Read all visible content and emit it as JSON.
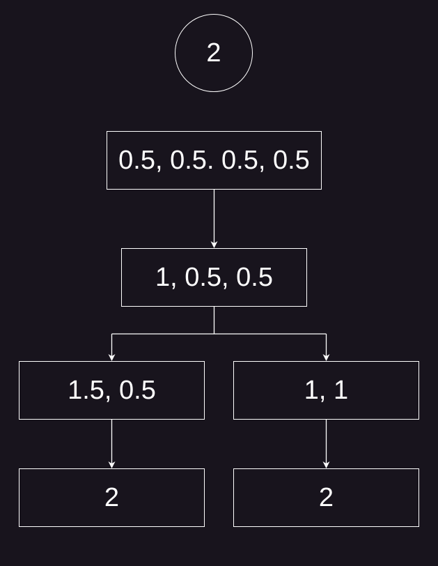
{
  "diagram": {
    "accent_color": "#ffffff",
    "background_color": "#18141d",
    "nodes": {
      "root": "2",
      "level1": "0.5, 0.5. 0.5, 0.5",
      "level2": "1, 0.5, 0.5",
      "left3": "1.5, 0.5",
      "right3": "1, 1",
      "left4": "2",
      "right4": "2"
    },
    "edges": [
      {
        "from": "level1",
        "to": "level2"
      },
      {
        "from": "level2",
        "to": "left3"
      },
      {
        "from": "level2",
        "to": "right3"
      },
      {
        "from": "left3",
        "to": "left4"
      },
      {
        "from": "right3",
        "to": "right4"
      }
    ]
  }
}
